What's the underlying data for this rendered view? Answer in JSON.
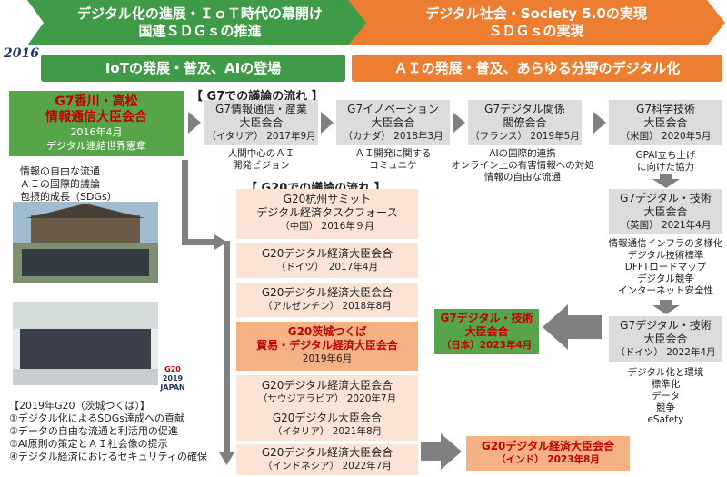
{
  "top_left_chevron": {
    "line1": "デジタル化の進展・ＩｏＴ時代の幕開け",
    "line2": "国連ＳＤＧｓの推進",
    "color": "#3f9b47"
  },
  "top_right_chevron": {
    "line1": "デジタル社会・Society 5.0の実現",
    "line2": "ＳＤＧｓの実現",
    "color": "#ed7d31"
  },
  "year_label": "2016",
  "band_left": {
    "text": "IoTの発展・普及、AIの登場",
    "color": "#3f9b47"
  },
  "band_right": {
    "text": "ＡＩの発展・普及、あらゆる分野のデジタル化",
    "color": "#ed7d31"
  },
  "g7_section_title": "【 G7での議論の流れ 】",
  "g20_section_title": "【 G20での議論の流れ 】",
  "kagawa": {
    "line1": "G7香川・高松",
    "line2": "情報通信大臣会合",
    "line3": "2016年4月",
    "line4": "デジタル連結世界憲章"
  },
  "kagawa_notes": [
    "情報の自由な流通",
    "ＡＩの国際的議論",
    "包摂的成長（SDGs）"
  ],
  "g7_boxes": [
    {
      "title": "G7情報通信・産業\n大臣会合",
      "sub": "（イタリア） 2017年9月",
      "note": "人間中心のＡＩ\n開発ビジョン"
    },
    {
      "title": "G7イノベーション\n大臣会合",
      "sub": "（カナダ） 2018年3月",
      "note": "ＡＩ開発に関する\nコミュニケ"
    },
    {
      "title": "G7デジタル関係\n閣僚会合",
      "sub": "（フランス） 2019年5月",
      "note": "AIの国際的連携\nオンライン上の有害情報への対処\n情報の自由な流通"
    },
    {
      "title": "G7科学技術\n大臣会合",
      "sub": "（米国） 2020年5月",
      "note": "GPAI立ち上げ\nに向けた協力"
    }
  ],
  "g7_uk": {
    "title": "G7デジタル・技術\n大臣会合",
    "sub": "（英国） 2021年4月",
    "notes": [
      "情報通信インフラの多様化",
      "デジタル技術標準",
      "DFFTロードマップ",
      "デジタル競争",
      "インターネット安全性"
    ]
  },
  "g7_germany": {
    "title": "G7デジタル・技術\n大臣会合",
    "sub": "（ドイツ） 2022年4月",
    "notes": [
      "デジタル化と環境",
      "標準化",
      "データ",
      "競争",
      "eSafety"
    ]
  },
  "g7_japan": {
    "title": "G7デジタル・技術\n大臣会合",
    "sub": "（日本）2023年4月"
  },
  "g20_boxes": [
    {
      "title": "G20杭州サミット\nデジタル経済タスクフォース",
      "sub": "（中国） 2016年９月"
    },
    {
      "title": "G20デジタル経済大臣会合",
      "sub": "（ドイツ）　2017年4月"
    },
    {
      "title": "G20デジタル経済大臣会合",
      "sub": "（アルゼンチン） 2018年8月"
    },
    {
      "title": "G20茨城つくば\n貿易・デジタル経済大臣会合",
      "sub": "2019年6月"
    },
    {
      "title": "G20デジタル経済大臣会合",
      "sub": "（サウジアラビア） 2020年7月"
    },
    {
      "title": "G20デジタル大臣会合",
      "sub": "（イタリア） 2021年8月"
    },
    {
      "title": "G20デジタル経済大臣会合",
      "sub": "（インドネシア） 2022年7月"
    }
  ],
  "g20_india": {
    "title": "G20デジタル経済大臣会合",
    "sub": "（インド） 2023年8月"
  },
  "tsukuba_summary": {
    "heading": "【2019年G20（茨城つくば）】",
    "items": [
      "①デジタル化によるSDGs達成への貢献",
      "②データの自由な流通と利活用の促進",
      "③AI原則の策定とＡＩ社会像の提示",
      "④デジタル経済におけるセキュリティの確保"
    ]
  },
  "g20_logo": {
    "line1": "G20",
    "line2": "2019",
    "line3": "JAPAN"
  }
}
